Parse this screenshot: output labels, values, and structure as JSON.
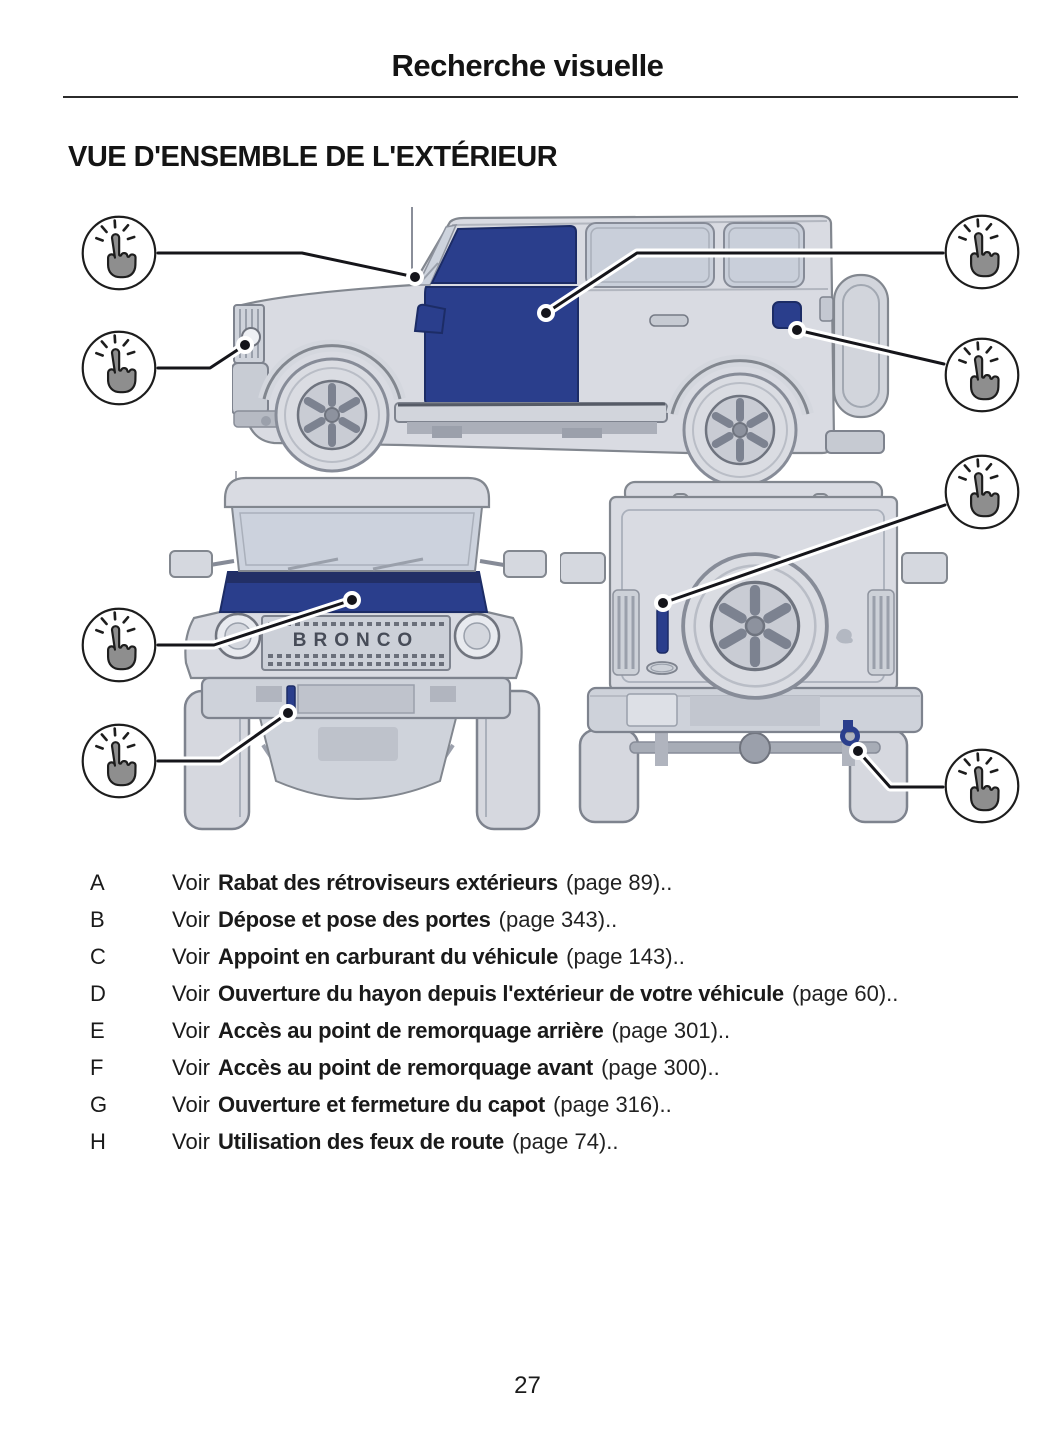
{
  "page": {
    "title": "Recherche visuelle",
    "section_title": "VUE D'ENSEMBLE DE L'EXTÉRIEUR",
    "page_number": "27"
  },
  "diagram": {
    "description": "Vehicle exterior overview: side view, front view and rear view with tap hotspots",
    "grille_text": "BRONCO",
    "highlight_color": "#2a3e8c",
    "body_color": "#d9dbe2",
    "outline_color": "#82878f",
    "hotspots": [
      {
        "icon": "tap-icon",
        "position": "top-left",
        "points_to": "exterior mirror on side view"
      },
      {
        "icon": "tap-icon",
        "position": "mid-left",
        "points_to": "headlight on side view"
      },
      {
        "icon": "tap-icon",
        "position": "top-right",
        "points_to": "front door on side view"
      },
      {
        "icon": "tap-icon",
        "position": "mid-right",
        "points_to": "fuel filler door on side view"
      },
      {
        "icon": "tap-icon",
        "position": "right-center",
        "points_to": "tailgate edge on rear view"
      },
      {
        "icon": "tap-icon",
        "position": "left-lower",
        "points_to": "hood on front view"
      },
      {
        "icon": "tap-icon",
        "position": "left-bottom",
        "points_to": "front tow point on front view"
      },
      {
        "icon": "tap-icon",
        "position": "bottom-right",
        "points_to": "rear tow point on rear view"
      }
    ]
  },
  "legend": {
    "items": [
      {
        "key": "A",
        "prefix": "Voir",
        "label": "Rabat des rétroviseurs extérieurs",
        "suffix": "(page 89).."
      },
      {
        "key": "B",
        "prefix": "Voir",
        "label": "Dépose et pose des portes",
        "suffix": "(page 343).."
      },
      {
        "key": "C",
        "prefix": "Voir",
        "label": "Appoint en carburant du véhicule",
        "suffix": "(page 143).."
      },
      {
        "key": "D",
        "prefix": "Voir",
        "label": "Ouverture du hayon depuis l'extérieur de votre véhicule",
        "suffix": "(page 60).."
      },
      {
        "key": "E",
        "prefix": "Voir",
        "label": "Accès au point de remorquage arrière",
        "suffix": "(page 301).."
      },
      {
        "key": "F",
        "prefix": "Voir",
        "label": "Accès au point de remorquage avant",
        "suffix": "(page 300).."
      },
      {
        "key": "G",
        "prefix": "Voir",
        "label": "Ouverture et fermeture du capot",
        "suffix": "(page 316).."
      },
      {
        "key": "H",
        "prefix": "Voir",
        "label": "Utilisation des feux de route",
        "suffix": "(page 74).."
      }
    ]
  }
}
